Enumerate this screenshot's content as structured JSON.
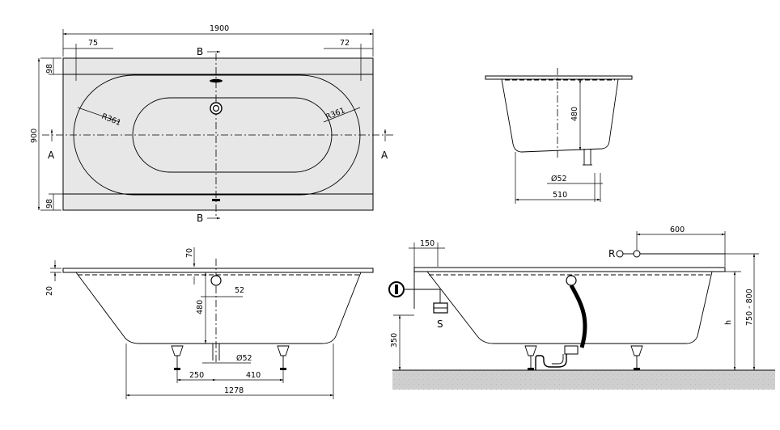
{
  "top_view": {
    "overall_width": "1900",
    "left_offset": "75",
    "right_offset": "72",
    "height": "900",
    "top_offset": "98",
    "bottom_offset": "98",
    "radius_left": "R361",
    "radius_right": "R361",
    "section_a": "A",
    "section_b": "B"
  },
  "end_view": {
    "depth": "480",
    "drain_diameter": "Ø52",
    "base_width": "510"
  },
  "side_view": {
    "rim_offset": "70",
    "rim_thickness": "20",
    "drain_offset": "52",
    "depth": "480",
    "drain_diameter": "Ø52",
    "leg_spacing_left": "250",
    "leg_spacing_right": "410",
    "base_length": "1278"
  },
  "install_view": {
    "panel_offset": "150",
    "supply_distance": "600",
    "supply_label": "R",
    "siphon_label": "S",
    "height_label": "h",
    "height_range": "750 - 800",
    "floor_clearance": "350"
  },
  "colors": {
    "fill_top": "#e7e7e7",
    "floor": "#cdcdcd",
    "line": "#000000"
  }
}
